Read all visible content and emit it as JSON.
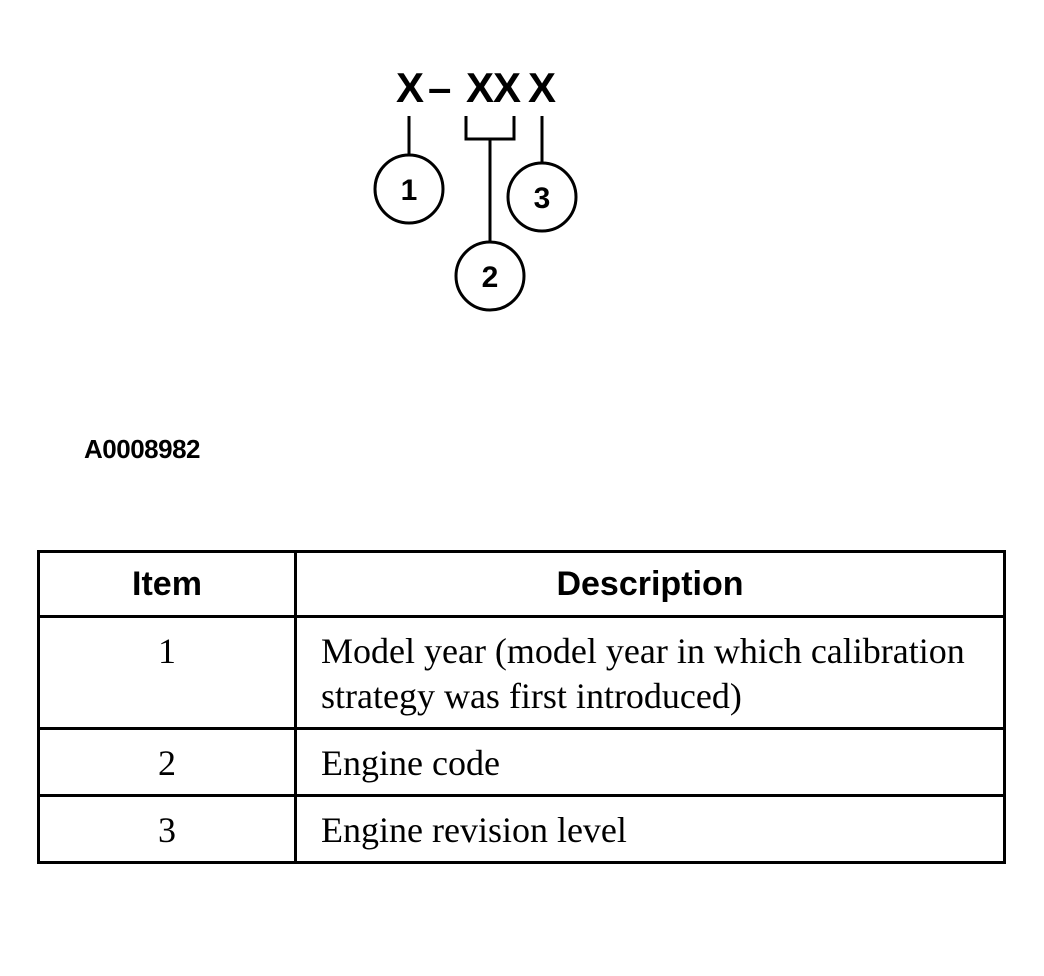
{
  "diagram": {
    "code_chars": [
      "X",
      "–",
      "XX",
      "X"
    ],
    "callouts": [
      {
        "number": "1"
      },
      {
        "number": "2"
      },
      {
        "number": "3"
      }
    ]
  },
  "figure_id": "A0008982",
  "legend": {
    "header_item": "Item",
    "header_description": "Description",
    "rows": [
      {
        "item": "1",
        "description": "Model year (model year in which calibration strategy was first introduced)"
      },
      {
        "item": "2",
        "description": "Engine code"
      },
      {
        "item": "3",
        "description": "Engine revision level"
      }
    ]
  }
}
